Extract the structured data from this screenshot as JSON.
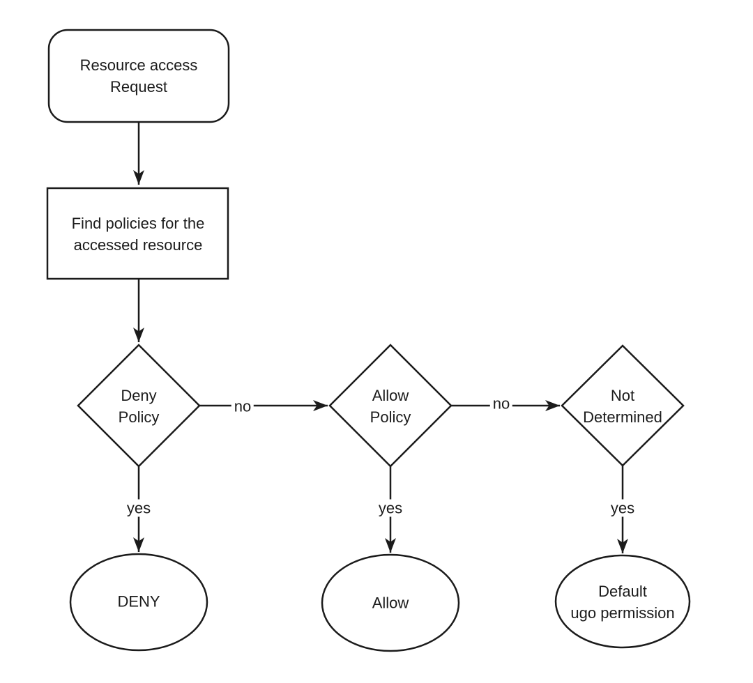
{
  "diagram": {
    "background": "#ffffff",
    "stroke_color": "#1b1b1b",
    "text_color": "#1b1b1b",
    "nodes": {
      "start": {
        "type": "rounded-rectangle",
        "label": "Resource access\nRequest"
      },
      "find_policies": {
        "type": "rectangle",
        "label": "Find policies for the\naccessed resource"
      },
      "deny_policy": {
        "type": "decision-diamond",
        "label": "Deny\nPolicy"
      },
      "allow_policy": {
        "type": "decision-diamond",
        "label": "Allow\nPolicy"
      },
      "not_determined": {
        "type": "decision-diamond",
        "label": "Not\nDetermined"
      },
      "deny_result": {
        "type": "ellipse",
        "label": "DENY"
      },
      "allow_result": {
        "type": "ellipse",
        "label": "Allow"
      },
      "default_result": {
        "type": "ellipse",
        "label": "Default\nugo permission"
      }
    },
    "edges": {
      "deny_to_allow_label": "no",
      "allow_to_notdet_label": "no",
      "deny_yes_label": "yes",
      "allow_yes_label": "yes",
      "notdet_yes_label": "yes"
    }
  }
}
